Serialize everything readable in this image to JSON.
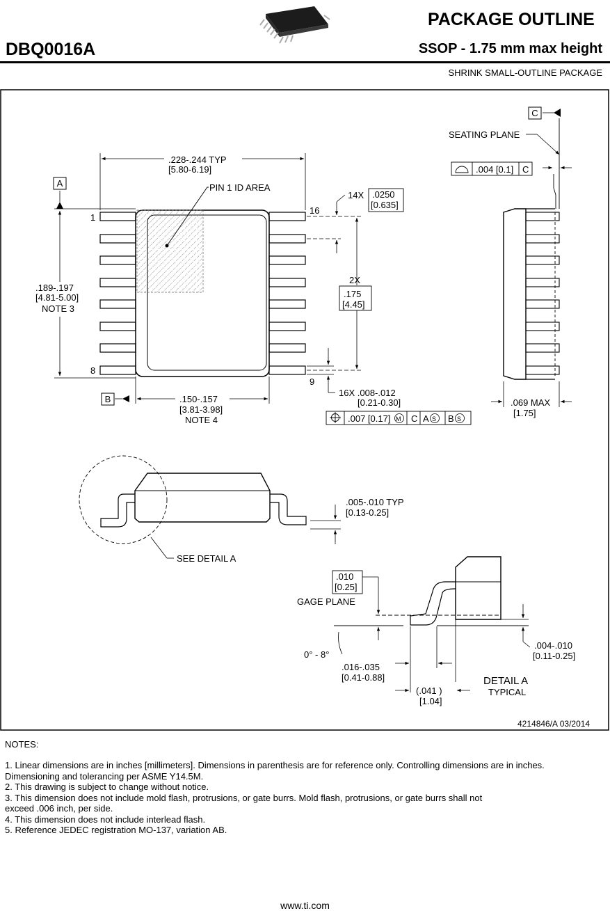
{
  "header": {
    "title": "PACKAGE OUTLINE",
    "part_number": "DBQ0016A",
    "package_name": "SSOP - 1.75 mm max height",
    "package_type": "SHRINK SMALL-OUTLINE PACKAGE"
  },
  "drawing": {
    "datums": {
      "a": "A",
      "b": "B",
      "c": "C"
    },
    "seating_plane": "SEATING PLANE",
    "flatness": {
      "value": ".004 [0.1]",
      "datum": "C"
    },
    "overall_width": {
      "in": ".228-.244   TYP",
      "mm": "[5.80-6.19]"
    },
    "pin1_area": "PIN 1 ID AREA",
    "pin_labels": {
      "p1": "1",
      "p8": "8",
      "p9": "9",
      "p16": "16"
    },
    "pitch": {
      "count": "14X",
      "in": ".0250",
      "mm": "[0.635]"
    },
    "lead_span": {
      "count": "2X",
      "in": ".175",
      "mm": "[4.45]"
    },
    "body_length": {
      "in": ".189-.197",
      "mm": "[4.81-5.00]",
      "note": "NOTE 3"
    },
    "body_width": {
      "in": ".150-.157",
      "mm": "[3.81-3.98]",
      "note": "NOTE 4"
    },
    "lead_width": {
      "in": "16X .008-.012",
      "mm": "[0.21-0.30]"
    },
    "position_tol": {
      "value": ".007 [0.17]",
      "m": "M",
      "c": "C",
      "a": "A",
      "s": "S",
      "b": "B"
    },
    "max_height": {
      "in": ".069 MAX",
      "mm": "[1.75]"
    },
    "lead_thickness": {
      "in": ".005-.010   TYP",
      "mm": "[0.13-0.25]"
    },
    "see_detail": "SEE DETAIL A",
    "gage": {
      "in": ".010",
      "mm": "[0.25]",
      "label": "GAGE PLANE"
    },
    "angle": "0° - 8°",
    "foot_length": {
      "in": ".016-.035",
      "mm": "[0.41-0.88]"
    },
    "standoff": {
      "in": ".004-.010",
      "mm": "[0.11-0.25]"
    },
    "footprint": {
      "in": "(.041  )",
      "mm": "[1.04]"
    },
    "detail_title": "DETAIL A",
    "detail_sub": "TYPICAL",
    "doc_ref": "4214846/A   03/2014"
  },
  "notes": {
    "heading": "NOTES:",
    "items": [
      "1. Linear dimensions are in inches [millimeters]. Dimensions in parenthesis are for reference only. Controlling dimensions are in inches.\n    Dimensioning and tolerancing per ASME Y14.5M.",
      "2. This drawing is subject to change without notice.",
      "3. This dimension does not include mold flash, protrusions, or gate burrs. Mold flash, protrusions, or gate burrs shall not\n    exceed .006 inch, per side.",
      "4. This dimension does not include interlead flash.",
      "5. Reference JEDEC registration MO-137, variation AB."
    ]
  },
  "footer": {
    "url": "www.ti.com"
  }
}
